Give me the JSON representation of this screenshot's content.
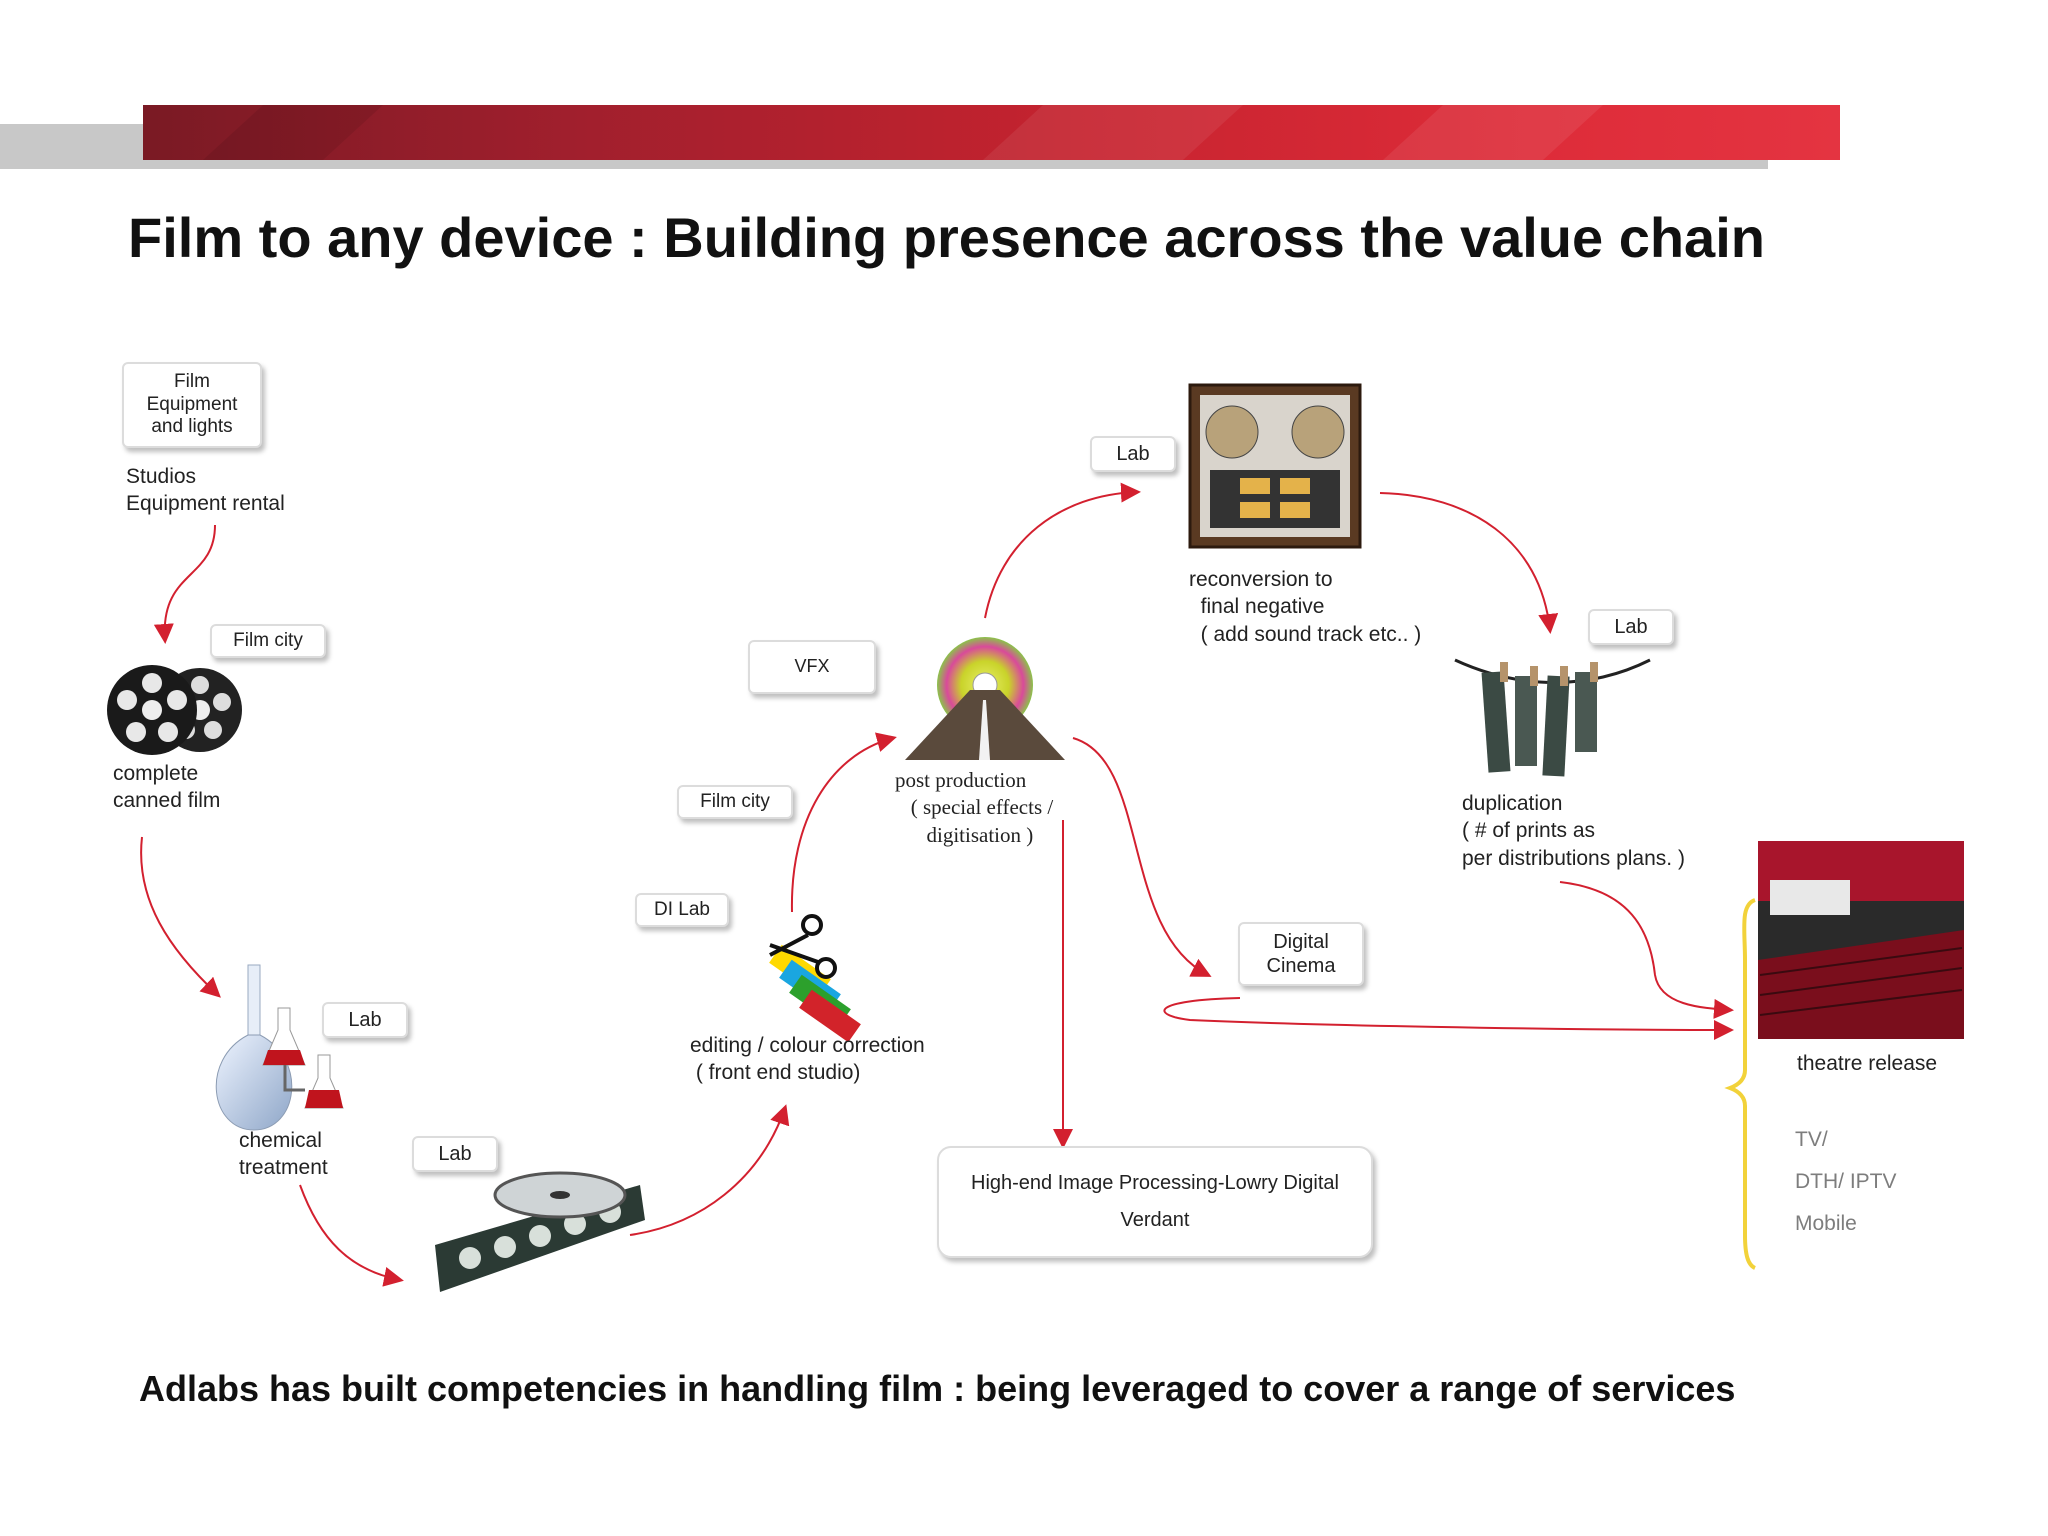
{
  "slide": {
    "title": "Film to any device : Building presence across the value chain",
    "footer": "Adlabs has built competencies in handling film : being leveraged to cover a range of services"
  },
  "tags": {
    "film_equipment": "Film\nEquipment\nand lights",
    "film_city_1": "Film city",
    "film_city_2": "Film city",
    "vfx": "VFX",
    "di_lab": "DI Lab",
    "lab_chemical": "Lab",
    "lab_reel": "Lab",
    "lab_reconversion": "Lab",
    "lab_duplication": "Lab",
    "digital_cinema": "Digital\nCinema",
    "processing_line1": "High-end Image Processing-Lowry Digital",
    "processing_line2": "Verdant"
  },
  "captions": {
    "studios": "Studios\nEquipment rental",
    "canned_film": "complete\ncanned film",
    "chemical": "chemical\ntreatment",
    "editing": "editing / colour correction\n ( front end studio)",
    "post_production": "post production\n   ( special effects /\n      digitisation )",
    "reconversion": "reconversion to\n  final negative\n  ( add sound track etc.. )",
    "duplication": "duplication\n( # of prints as\nper distributions plans. )",
    "theatre": "theatre release"
  },
  "other_outlets": [
    "TV/",
    "DTH/ IPTV",
    "Mobile"
  ],
  "colors": {
    "arrow": "#d3202f",
    "brace": "#f2d23a",
    "banner_dark": "#7a1a24",
    "banner_light": "#e43441"
  },
  "icons": [
    "film-reels-icon",
    "lab-flask-icon",
    "film-strip-reel-icon",
    "scissors-color-swatch-icon",
    "cd-road-icon",
    "tape-recorder-icon",
    "film-prints-clothesline-icon",
    "cinema-hall-icon"
  ]
}
